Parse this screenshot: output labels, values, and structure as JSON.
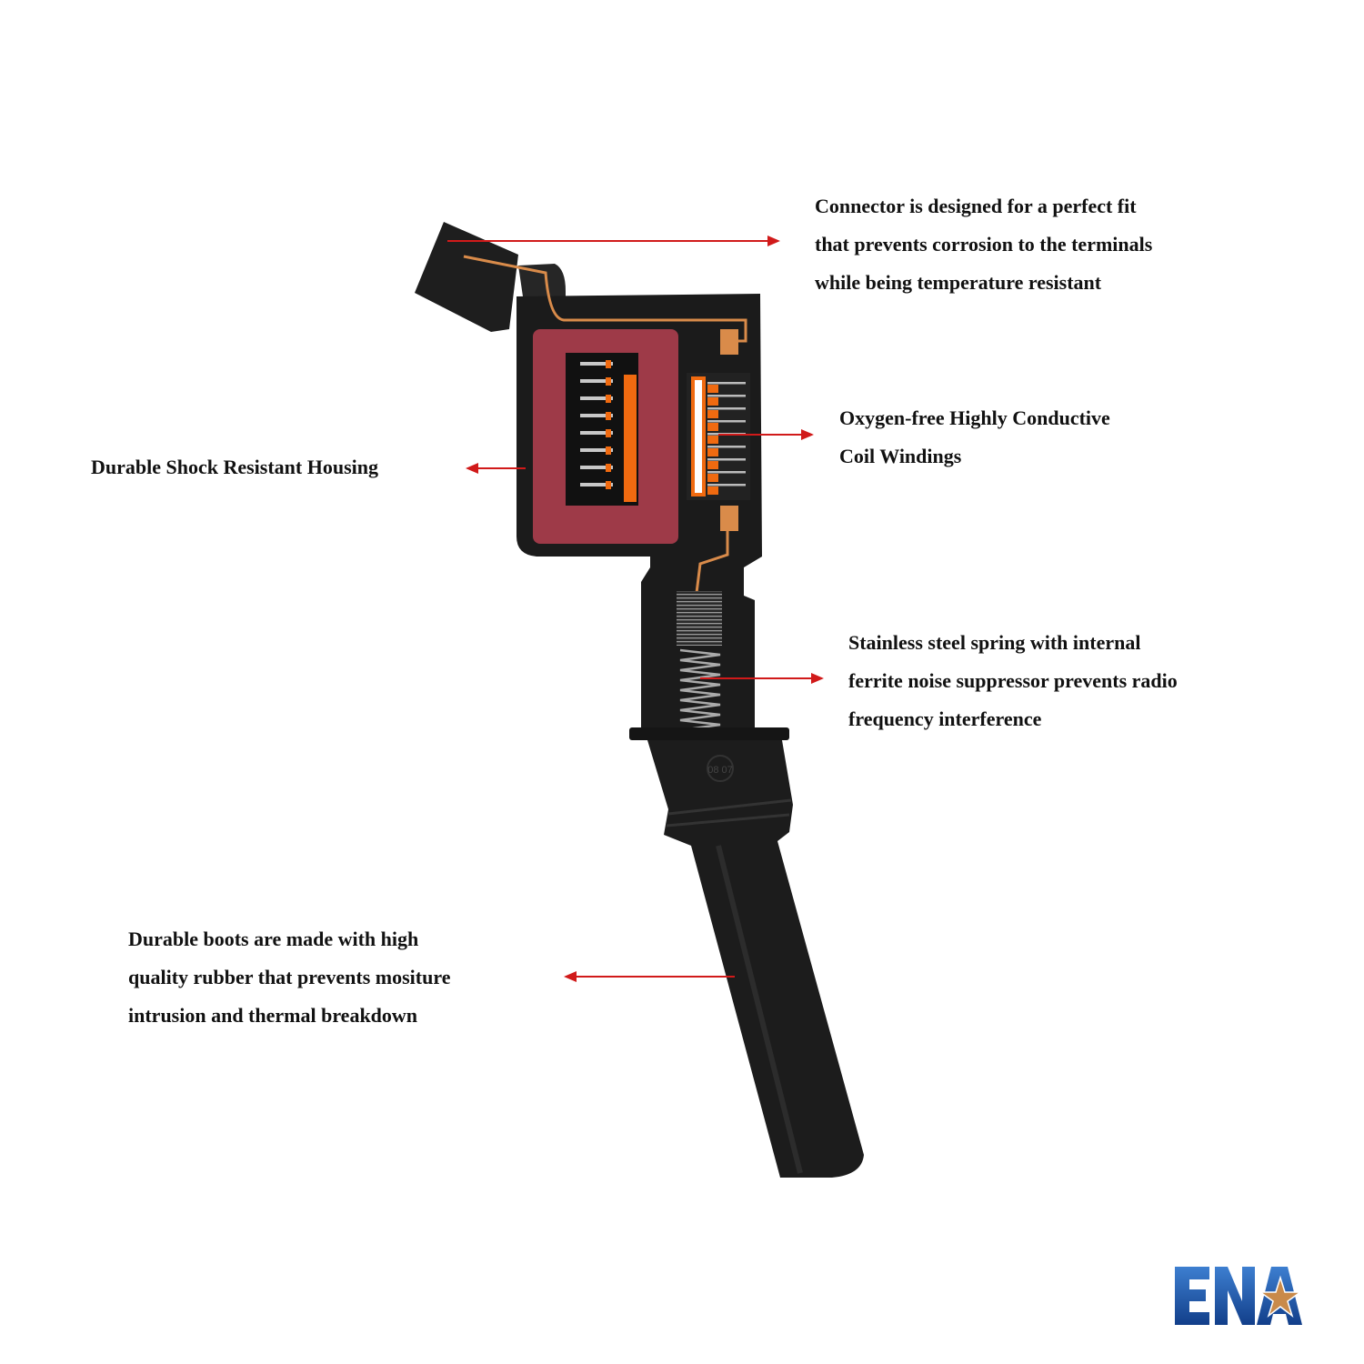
{
  "callouts": {
    "connector": [
      "Connector is designed for a perfect fit",
      "that prevents corrosion to the terminals",
      "while being temperature resistant"
    ],
    "windings": [
      "Oxygen-free Highly Conductive",
      "Coil Windings"
    ],
    "housing": [
      "Durable Shock Resistant Housing"
    ],
    "spring": [
      "Stainless steel spring with internal",
      "ferrite noise suppressor prevents radio",
      "frequency interference"
    ],
    "boots": [
      "Durable boots are made with high",
      "quality rubber that prevents mositure",
      "intrusion and thermal breakdown"
    ]
  },
  "boot_marking": "08 07",
  "logo": {
    "text": "ENA",
    "icon": "star-icon",
    "text_color": "#1d5bb0",
    "star_color": "#c98a4a"
  },
  "colors": {
    "arrow": "#d11a1a",
    "body": "#1b1b1b",
    "core": "#9e3a48",
    "copper": "#d98b4a",
    "winding": "#f06a10"
  }
}
